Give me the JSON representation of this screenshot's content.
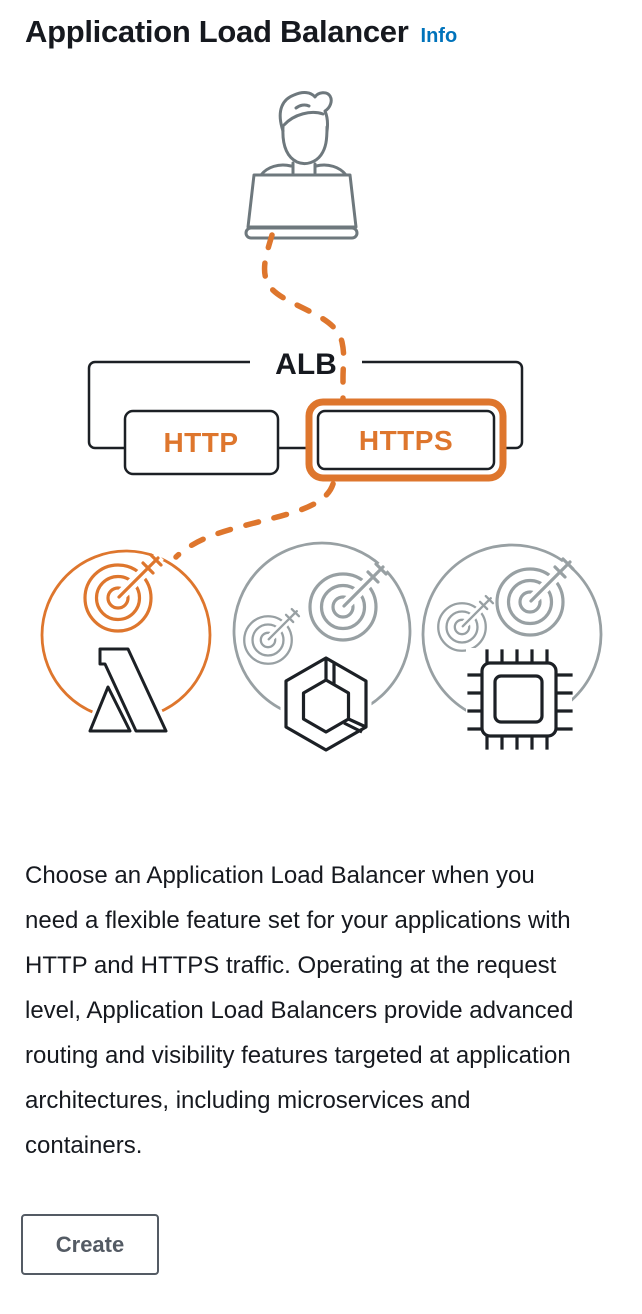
{
  "header": {
    "title": "Application Load Balancer",
    "info_label": "Info"
  },
  "diagram": {
    "alb_label": "ALB",
    "http_label": "HTTP",
    "https_label": "HTTPS",
    "icons": [
      "user-laptop-icon",
      "traffic-dashed-line",
      "target-icon",
      "lambda-icon",
      "containers-hexagon-icon",
      "ec2-chip-icon"
    ]
  },
  "description": "Choose an Application Load Balancer when you need a flexible feature set for your applications with HTTP and HTTPS traffic. Operating at the request level, Application Load Balancers provide advanced routing and visibility features targeted at application architectures, including microservices and containers.",
  "actions": {
    "create_label": "Create"
  },
  "colors": {
    "accent_orange": "#de762d",
    "link_blue": "#0073bb",
    "text_dark": "#16191f",
    "icon_dark": "#1c2025",
    "person_gray": "#6e787d",
    "circle_gray": "#98a0a3",
    "button_gray": "#545b64"
  }
}
